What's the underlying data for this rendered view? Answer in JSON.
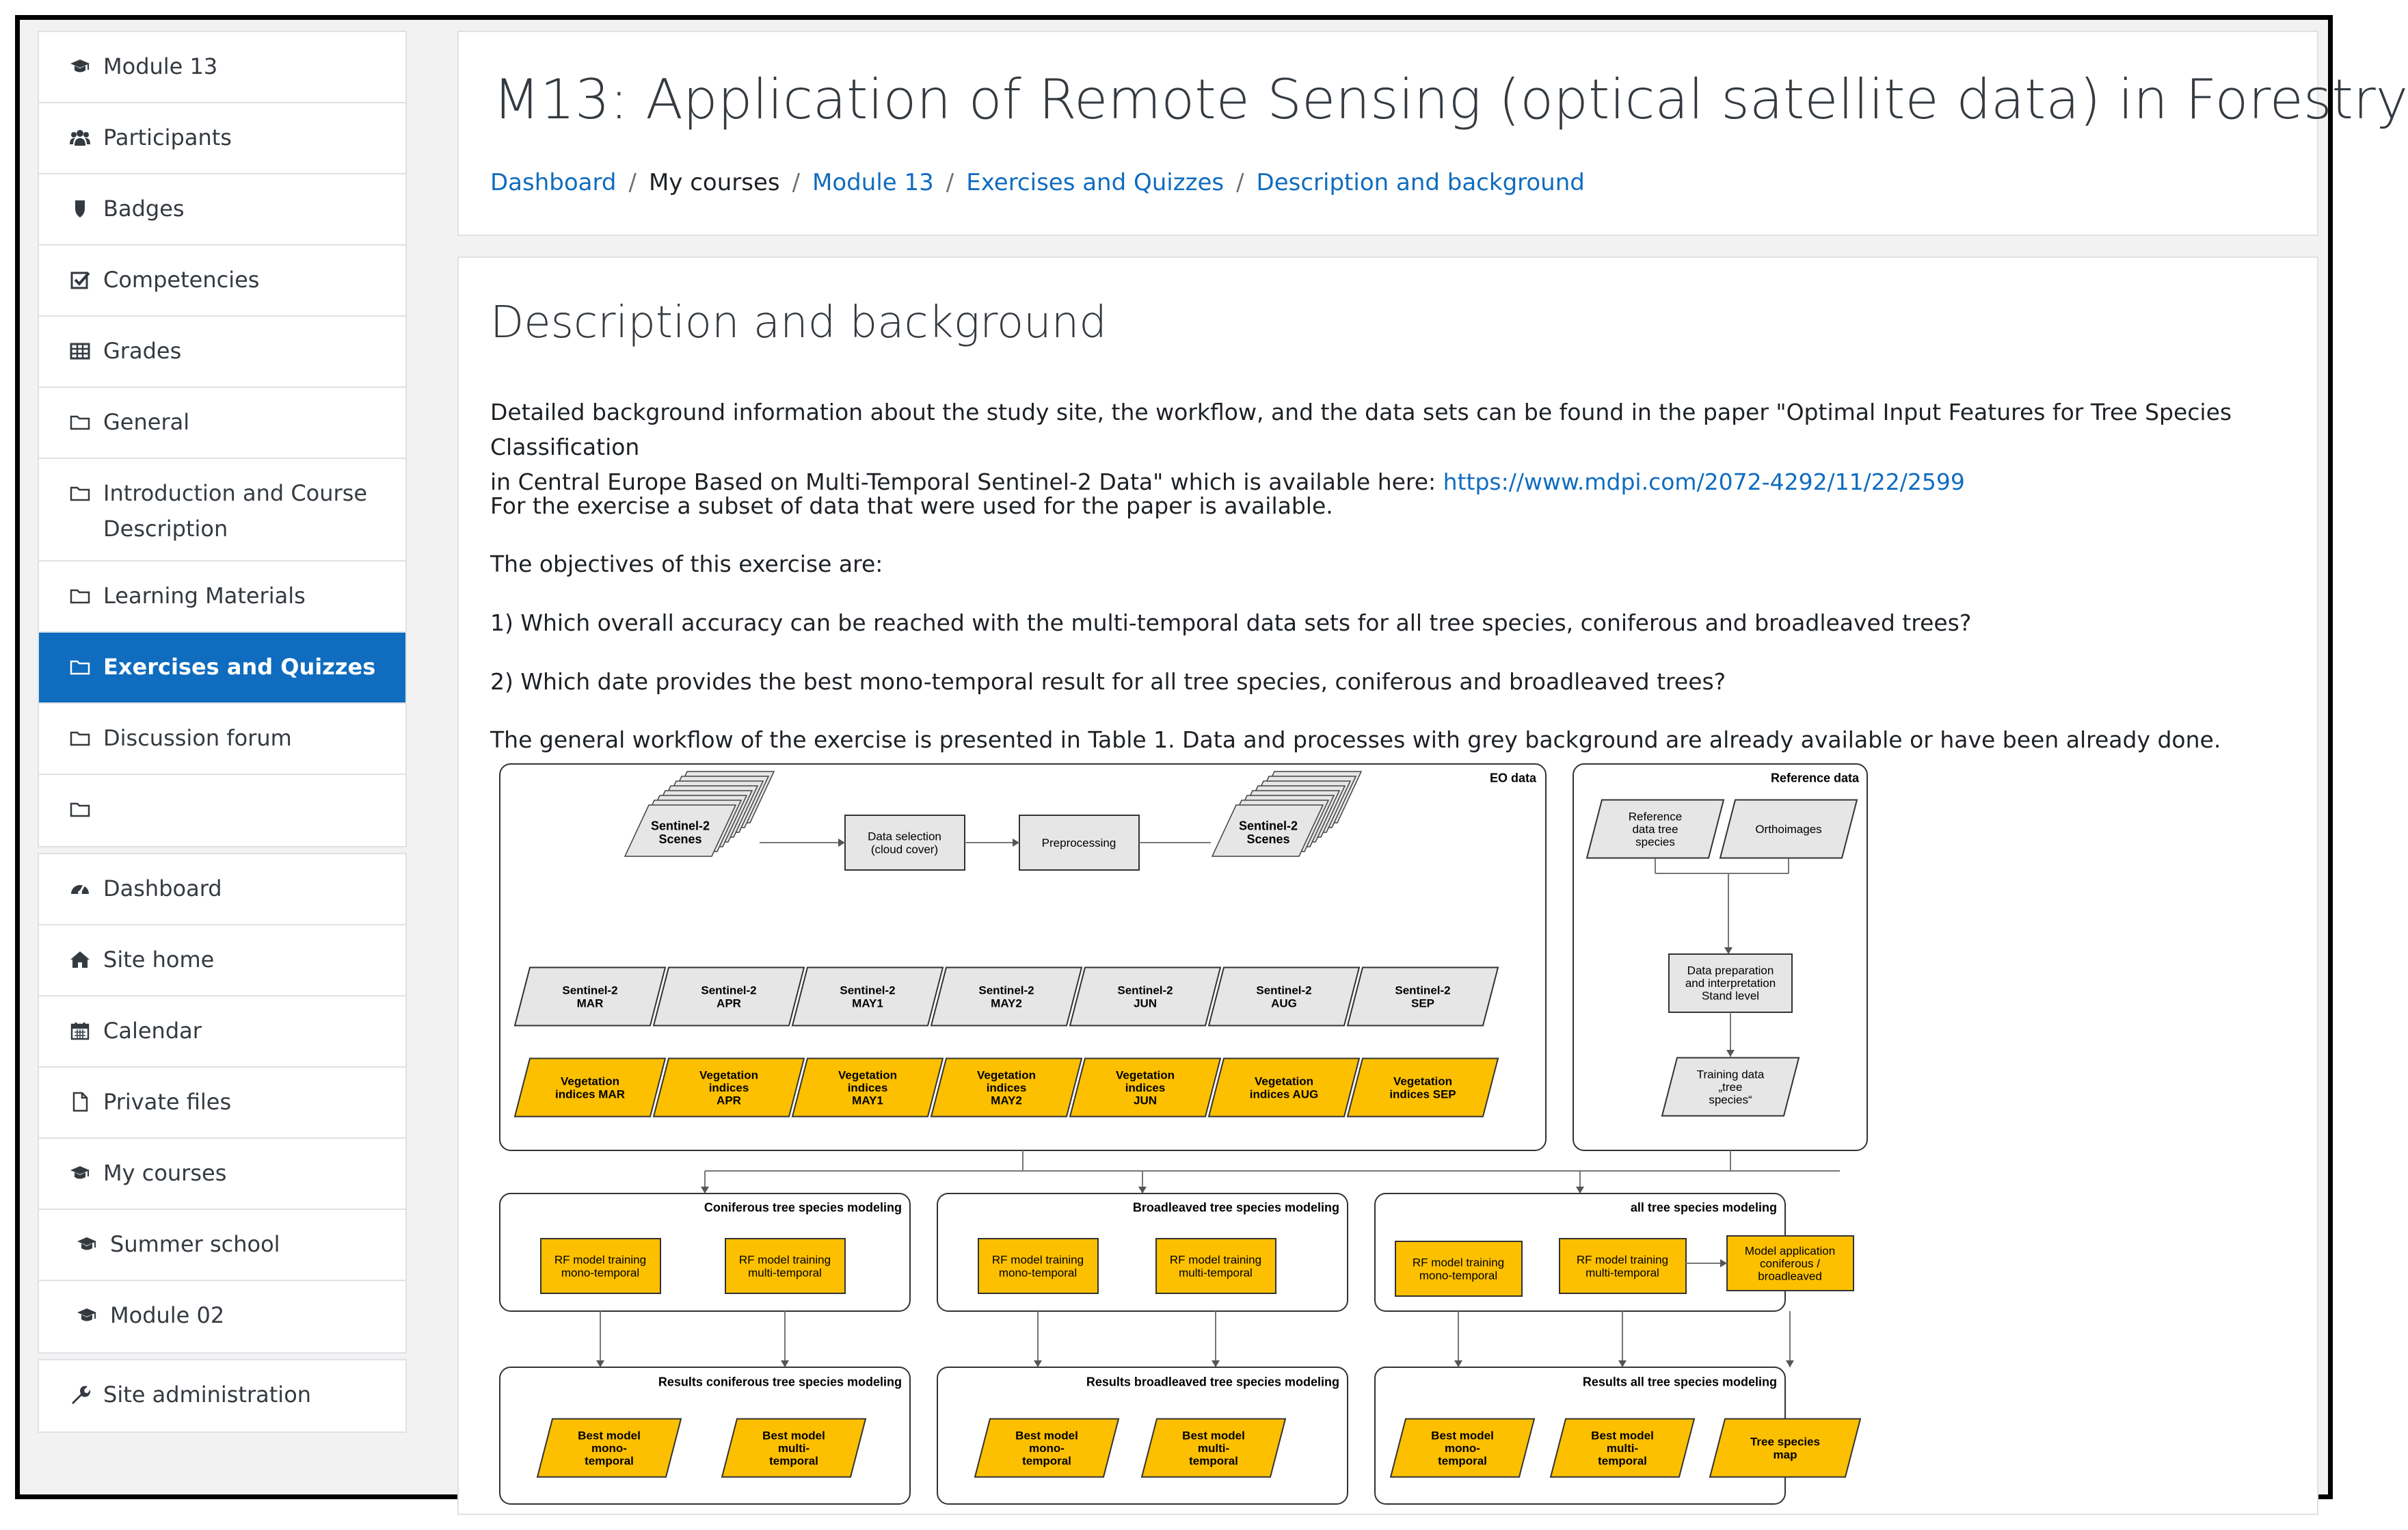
{
  "sidebar": {
    "group1": [
      {
        "label": "Module 13",
        "icon": "graduation-cap-icon"
      },
      {
        "label": "Participants",
        "icon": "users-icon"
      },
      {
        "label": "Badges",
        "icon": "shield-icon"
      },
      {
        "label": "Competencies",
        "icon": "check-square-icon"
      },
      {
        "label": "Grades",
        "icon": "table-icon"
      },
      {
        "label": "General",
        "icon": "folder-icon"
      },
      {
        "label": "Introduction and Course Description",
        "icon": "folder-icon"
      },
      {
        "label": "Learning Materials",
        "icon": "folder-icon"
      },
      {
        "label": "Exercises and Quizzes",
        "icon": "folder-icon"
      },
      {
        "label": "Discussion forum",
        "icon": "folder-icon"
      },
      {
        "label": "",
        "icon": "folder-icon"
      }
    ],
    "group2": [
      {
        "label": "Dashboard",
        "icon": "tachometer-icon"
      },
      {
        "label": "Site home",
        "icon": "home-icon"
      },
      {
        "label": "Calendar",
        "icon": "calendar-icon"
      },
      {
        "label": "Private files",
        "icon": "file-icon"
      },
      {
        "label": "My courses",
        "icon": "graduation-cap-icon"
      },
      {
        "label": "Summer school",
        "icon": "graduation-cap-icon"
      },
      {
        "label": "Module 02",
        "icon": "graduation-cap-icon"
      }
    ],
    "group3": [
      {
        "label": "Site administration",
        "icon": "wrench-icon"
      }
    ]
  },
  "header": {
    "title": "M13: Application of Remote Sensing (optical satellite data) in Forestry",
    "breadcrumb": [
      "Dashboard",
      "My courses",
      "Module 13",
      "Exercises and Quizzes",
      "Description and background"
    ]
  },
  "content": {
    "title": "Description and background",
    "p1_line1": "Detailed background information about the study site, the workflow, and the data sets can be found in the paper \"Optimal Input Features for Tree Species Classification",
    "p1_line2": "in Central Europe Based on Multi-Temporal Sentinel-2 Data\" which is available here: ",
    "p1_link": "https://www.mdpi.com/2072-4292/11/22/2599",
    "p2": "For the exercise a subset of data that were used for the paper is available.",
    "p3": "The objectives of this exercise are:",
    "p4": "1) Which overall accuracy can be reached with the multi-temporal data sets for all tree species, coniferous and broadleaved trees?",
    "p5": "2) Which date provides the best mono-temporal result for all tree species, coniferous and broadleaved trees?",
    "p6": "The general workflow of the exercise is presented in Table 1. Data and processes with grey background are already available or have been already done."
  },
  "workflow": {
    "eo_title": "EO data",
    "ref_title": "Reference data",
    "scenes_label": [
      "Sentinel-2",
      "Scenes"
    ],
    "data_selection": [
      "Data selection",
      "(cloud cover)"
    ],
    "preprocessing": "Preprocessing",
    "sentinel_months": [
      [
        "Sentinel-2",
        "MAR"
      ],
      [
        "Sentinel-2",
        "APR"
      ],
      [
        "Sentinel-2",
        "MAY1"
      ],
      [
        "Sentinel-2",
        "MAY2"
      ],
      [
        "Sentinel-2",
        "JUN"
      ],
      [
        "Sentinel-2",
        "AUG"
      ],
      [
        "Sentinel-2",
        "SEP"
      ]
    ],
    "vegetation_indices": [
      [
        "Vegetation",
        "indices MAR"
      ],
      [
        "Vegetation",
        "indices",
        "APR"
      ],
      [
        "Vegetation",
        "indices",
        "MAY1"
      ],
      [
        "Vegetation",
        "indices",
        "MAY2"
      ],
      [
        "Vegetation",
        "indices",
        "JUN"
      ],
      [
        "Vegetation",
        "indices AUG"
      ],
      [
        "Vegetation",
        "indices SEP"
      ]
    ],
    "ref_tree": [
      "Reference",
      "data tree",
      "species"
    ],
    "orthoimages": "Orthoimages",
    "data_prep": [
      "Data preparation",
      "and interpretation",
      "Stand level"
    ],
    "training_data": [
      "Training data",
      "„tree",
      "species“"
    ],
    "modeling_titles": [
      "Coniferous tree species modeling",
      "Broadleaved tree species modeling",
      "all tree species modeling"
    ],
    "rf_mono": [
      "RF model training",
      "mono-temporal"
    ],
    "rf_multi": [
      "RF model training",
      "multi-temporal"
    ],
    "model_app": [
      "Model application",
      "coniferous /",
      "broadleaved"
    ],
    "results_titles": [
      "Results coniferous tree species modeling",
      "Results broadleaved tree species modeling",
      "Results all tree species modeling"
    ],
    "best_mono": [
      "Best model",
      "mono-",
      "temporal"
    ],
    "best_multi": [
      "Best model",
      "multi-",
      "temporal"
    ],
    "tree_map": [
      "Tree species",
      "map"
    ]
  },
  "colors": {
    "accent": "#0f6cbf",
    "process_yellow": "#fcc000",
    "data_grey": "#e6e6e6"
  }
}
